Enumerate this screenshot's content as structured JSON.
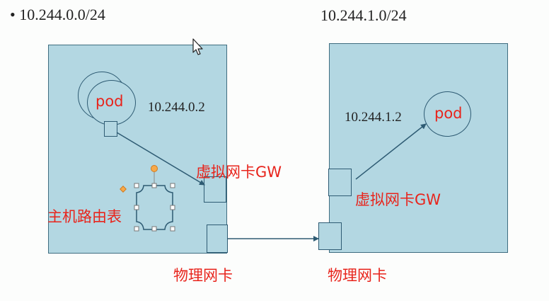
{
  "subnet_left": "10.244.0.0/24",
  "subnet_right": "10.244.1.0/24",
  "bullet": "•",
  "host_left": {
    "pod_label": "pod",
    "pod_ip": "10.244.0.2",
    "virtual_nic_label": "虚拟网卡GW",
    "route_table_label": "主机路由表",
    "physical_nic_label": "物理网卡"
  },
  "host_right": {
    "pod_label": "pod",
    "pod_ip": "10.244.1.2",
    "virtual_nic_label": "虚拟网卡GW",
    "physical_nic_label": "物理网卡"
  },
  "colors": {
    "host_fill": "#b3d7e2",
    "outline": "#2e5b73",
    "label_red": "#e8241c",
    "arrow": "#2e5b73",
    "handle_orange": "#e8922e"
  }
}
